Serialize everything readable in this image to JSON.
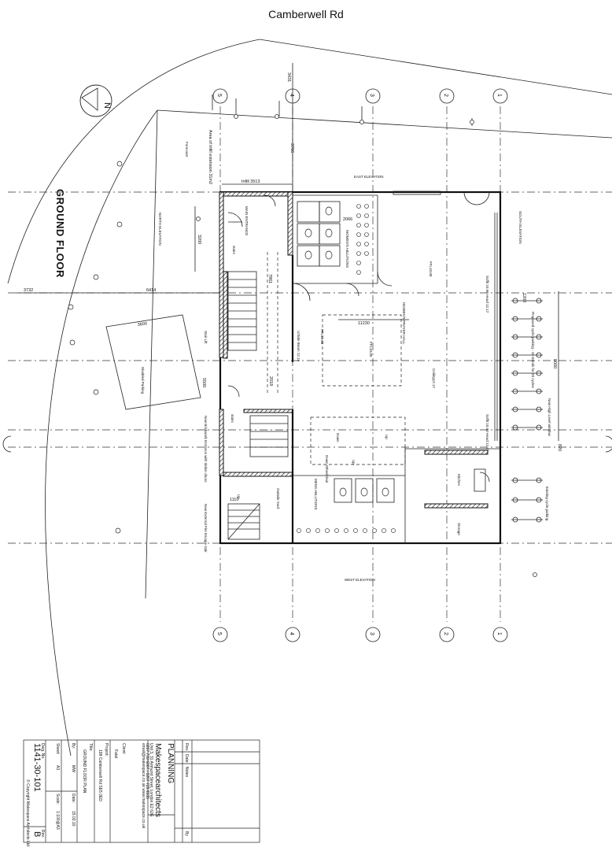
{
  "street_label": "Camberwell Rd",
  "floor_title": "GROUND FLOOR",
  "north_label": "N",
  "elevations": {
    "east": "EAST ELEVATION",
    "west": "WEST ELEVATION",
    "north": "NORTH ELEVATION",
    "south": "SOUTH ELEVATION"
  },
  "grid_labels": [
    "5",
    "4",
    "3",
    "2",
    "1"
  ],
  "dimensions": {
    "d3431": "3431",
    "d3766": "3766",
    "infill": "Infill 3513",
    "d3200": "3200",
    "d3732": "3732",
    "d6414": "6414",
    "d7861": "7861",
    "d11230": "11230",
    "d3600": "3600",
    "d5500": "5500",
    "d2018": "2018",
    "d8000": "8000",
    "d1200": "1200",
    "d1110": "1110",
    "d2066": "2066",
    "d820": "820"
  },
  "rooms": {
    "infill_area": "Area of infill extension 31m2",
    "forecourt": "Forecourt",
    "main_entrance": "MAIN ENTRANCE",
    "womens_ablutions": "WOMEN'S ABLUTIONS",
    "womens_prayer_hall": "WOMEN'S PRAYER HALL",
    "ffl1": "FFL10.00",
    "ffl2": "FFL10.00",
    "ffl3": "FFL10.00",
    "ceiling": "Ceiling12.17",
    "soffit1": "Soffit 10.90 Head 12.17",
    "soffit2": "Soffit 10.90 Head 12.17",
    "disabled_parking": "Disabled Parking",
    "stair_lift": "Stair Lift",
    "u_side_beam": "U/Side Beam 12.19",
    "new_brickwork": "New Brickwork Entrance with timber doors",
    "mens_ablutions": "MENS ABLUTIONS",
    "down_wheelchair": "Down Wheelchair",
    "down": "Down",
    "up": "Up",
    "up2": "Up",
    "up3": "Up",
    "outside_yard": "Outside Yard",
    "new_external": "New External Fire Escape stair",
    "kitchen": "Kitchen",
    "storage": "Storage",
    "proposed_cycle": "Proposed cycle parking - 10 stands for 20 cycles",
    "new_window": "New High Level window",
    "existing_cycle": "Existing cycle parking",
    "stairs": "stairs",
    "stairs2": "stairs"
  },
  "title_block": {
    "status": "PLANNING",
    "firm": "Makespacearchitects",
    "address": "Unit 3, 31 Amhurst Street, London E2 6JG",
    "phone": "0207 739 6007 / 0207 729 8335",
    "web": "email@makespace.co.uk  www.makespace.co.uk",
    "rev_h": "Rev.",
    "date_h": "Date",
    "notes_h": "Notes",
    "by_h": "By",
    "client_h": "Client:",
    "client": "Fatal",
    "project_h": "Project:",
    "project": "198 Camberwell Rd SE5 0ED",
    "title_h": "Title:",
    "title": "GROUND FLOOR PLAN",
    "by2_h": "By:",
    "by2": "MW",
    "date2_h": "Date:",
    "date2": "15.02.10",
    "sheet_h": "Sheet:",
    "sheet": "A3",
    "scale_h": "Scale:",
    "scale": "1:100@A3",
    "dwg_h": "Dwg. No.",
    "dwg": "1141-30-101",
    "rev2_h": "Rev.",
    "rev2": "B",
    "copyright": "© Copyright Makespace Architects Ltd"
  }
}
